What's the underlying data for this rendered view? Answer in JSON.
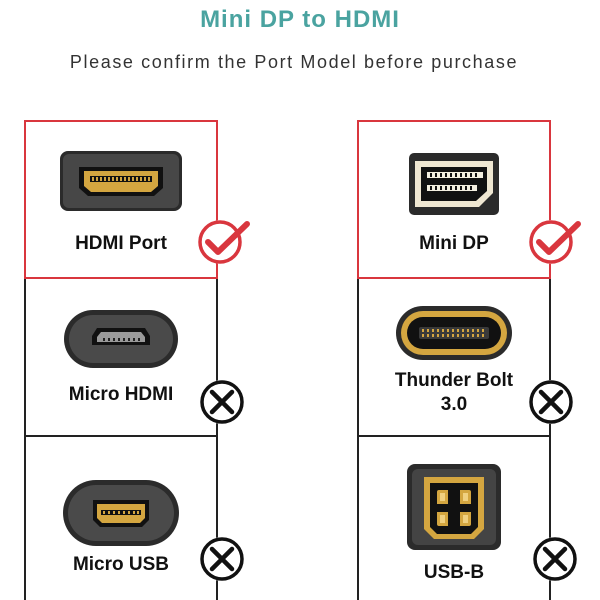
{
  "header": {
    "title": "Mini DP to HDMI",
    "subtitle": "Please confirm the Port Model before purchase"
  },
  "left_column": [
    {
      "label": "HDMI Port",
      "status": "correct",
      "icon": "hdmi-port-icon"
    },
    {
      "label": "Micro HDMI",
      "status": "incorrect",
      "icon": "micro-hdmi-icon"
    },
    {
      "label": "Micro USB",
      "status": "incorrect",
      "icon": "micro-usb-icon"
    }
  ],
  "right_column": [
    {
      "label": "Mini DP",
      "status": "correct",
      "icon": "mini-dp-icon"
    },
    {
      "label_line1": "Thunder Bolt",
      "label_line2": "3.0",
      "status": "incorrect",
      "icon": "thunderbolt-icon"
    },
    {
      "label": "USB-B",
      "status": "incorrect",
      "icon": "usb-b-icon"
    }
  ],
  "colors": {
    "title": "#4aa3a0",
    "correct_border": "#d9363e",
    "correct_mark": "#d9363e",
    "incorrect_border": "#222222",
    "port_gold": "#d4a640"
  }
}
